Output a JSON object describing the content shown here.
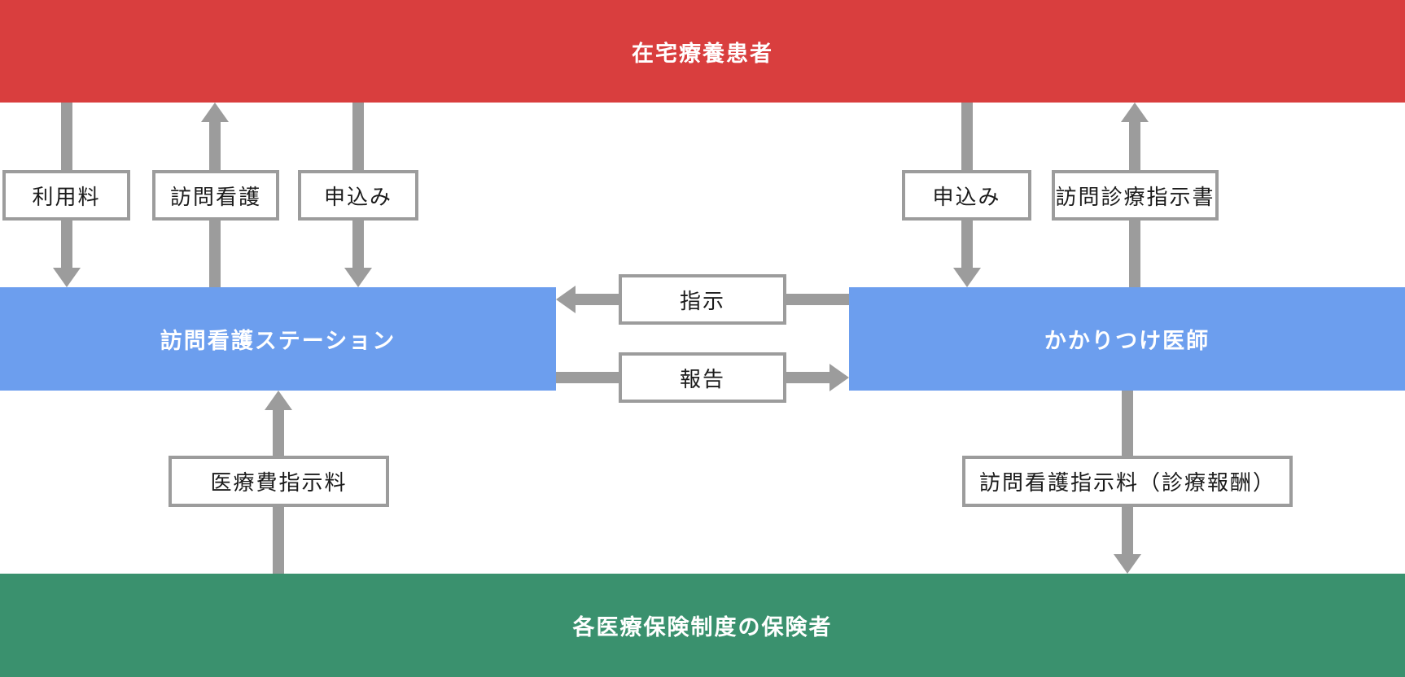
{
  "diagram_type": "flow-diagram",
  "language": "ja",
  "nodes": {
    "patient": {
      "label": "在宅療養患者",
      "role": "home-care-patient",
      "color": "#D93E3E"
    },
    "nursing_station": {
      "label": "訪問看護ステーション",
      "role": "visiting-nursing-station",
      "color": "#6C9EEE"
    },
    "doctor": {
      "label": "かかりつけ医師",
      "role": "family-doctor",
      "color": "#6C9EEE"
    },
    "insurer": {
      "label": "各医療保険制度の保険者",
      "role": "medical-insurance-insurer",
      "color": "#3A916E"
    }
  },
  "edges": [
    {
      "id": "usage-fee",
      "label": "利用料",
      "from": "patient",
      "to": "nursing_station",
      "direction": "down"
    },
    {
      "id": "visiting-nursing",
      "label": "訪問看護",
      "from": "nursing_station",
      "to": "patient",
      "direction": "up"
    },
    {
      "id": "application-left",
      "label": "申込み",
      "from": "patient",
      "to": "nursing_station",
      "direction": "down"
    },
    {
      "id": "application-right",
      "label": "申込み",
      "from": "patient",
      "to": "doctor",
      "direction": "down"
    },
    {
      "id": "visit-care-instruction-doc",
      "label": "訪問診療指示書",
      "from": "doctor",
      "to": "patient",
      "direction": "up"
    },
    {
      "id": "instruction",
      "label": "指示",
      "from": "doctor",
      "to": "nursing_station",
      "direction": "left"
    },
    {
      "id": "report",
      "label": "報告",
      "from": "nursing_station",
      "to": "doctor",
      "direction": "right"
    },
    {
      "id": "medical-fee",
      "label": "医療費指示料",
      "from": "insurer",
      "to": "nursing_station",
      "direction": "up"
    },
    {
      "id": "nursing-instruction-fee",
      "label": "訪問看護指示料（診療報酬）",
      "from": "doctor",
      "to": "insurer",
      "direction": "down"
    }
  ],
  "colors": {
    "patient_banner": "#D93E3E",
    "middle_boxes": "#6C9EEE",
    "insurer_banner": "#3A916E",
    "arrow_gray": "#9C9C9C",
    "label_border": "#9C9C9C",
    "label_text": "#1B1B1B",
    "banner_text": "#FFFFFF"
  }
}
